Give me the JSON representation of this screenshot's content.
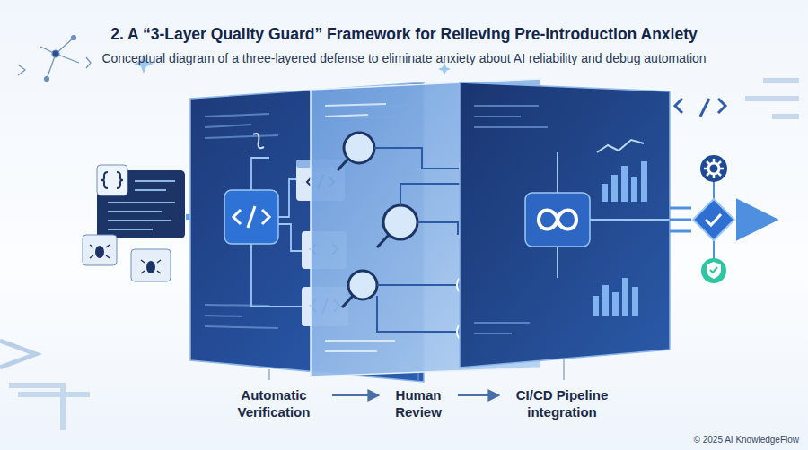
{
  "diagram": {
    "title": "2. A “3-Layer Quality Guard” Framework for Relieving Pre-introduction Anxiety",
    "caption": "Conceptual diagram of a three-layered defense to eliminate anxiety about AI reliability and debug automation",
    "nodes": [
      {
        "text": [
          "Automatic Verification"
        ]
      },
      {
        "text": [
          "Human Review"
        ]
      },
      {
        "text": [
          "CI/CD Pipeline integration"
        ]
      }
    ],
    "edges": [
      {
        "from": 0,
        "to": 1,
        "arrow": "to"
      },
      {
        "from": 1,
        "to": 2,
        "arrow": "to"
      }
    ],
    "labels": [
      "© 2025 AI KnowledgeFlow"
    ]
  }
}
